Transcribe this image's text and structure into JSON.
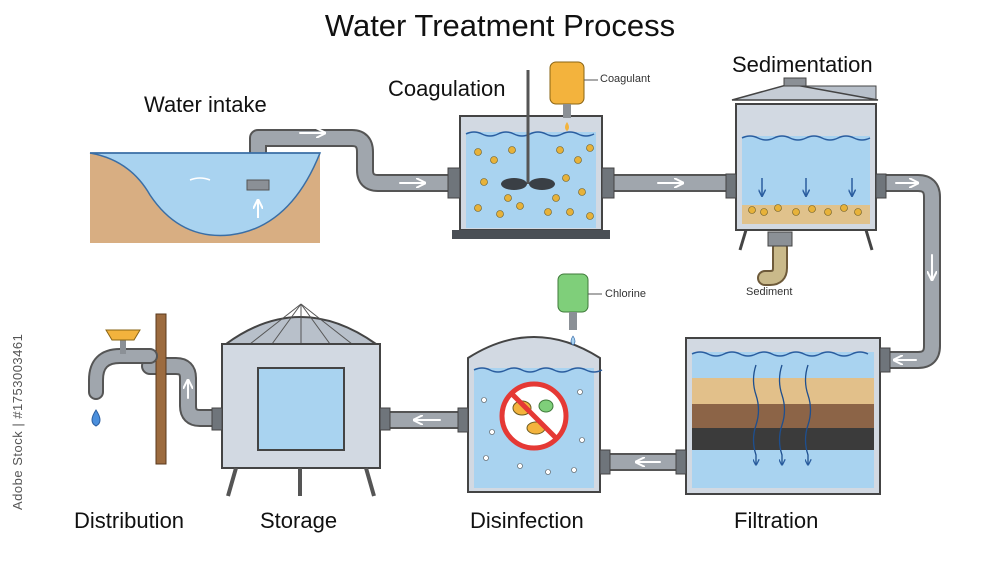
{
  "title": "Water Treatment Process",
  "steps": {
    "intake": "Water intake",
    "coagulation": "Coagulation",
    "sedimentation": "Sedimentation",
    "filtration": "Filtration",
    "disinfection": "Disinfection",
    "storage": "Storage",
    "distribution": "Distribution"
  },
  "callouts": {
    "coagulant": "Coagulant",
    "sediment": "Sediment",
    "chlorine": "Chlorine"
  },
  "watermark": "Adobe Stock | #1753003461",
  "colors": {
    "water": "#a9d3f0",
    "pipe": "#9aa0a6",
    "tank": "#d2d9e2",
    "soil": "#cfa37a",
    "coagulant": "#f3b33d",
    "chlorine": "#7fcf7a",
    "forbidden": "#e53935"
  }
}
